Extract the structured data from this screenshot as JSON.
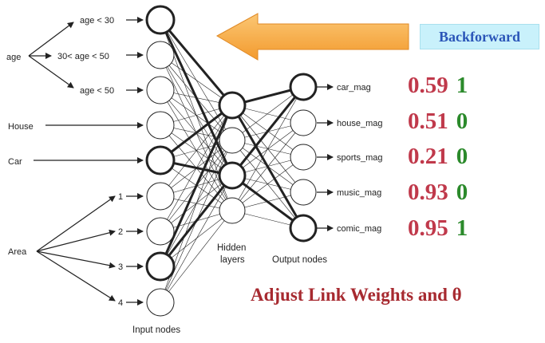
{
  "banner": {
    "label": "Backforward",
    "color": "#2a55b8",
    "background": "#c9f1fb"
  },
  "arrow": {
    "icon": "left-arrow-icon",
    "fill_color": "#f7a640"
  },
  "inputs": {
    "age": "age",
    "age_bins": [
      "age < 30",
      "30< age < 50",
      "age < 50"
    ],
    "house": "House",
    "car": "Car",
    "area": "Area",
    "area_values": [
      "1",
      "2",
      "3",
      "4"
    ]
  },
  "layers": {
    "input": "Input nodes",
    "hidden": [
      "Hidden",
      "layers"
    ],
    "output": "Output nodes"
  },
  "outputs": [
    {
      "name": "car_mag",
      "value": "0.59",
      "target": "1"
    },
    {
      "name": "house_mag",
      "value": "0.51",
      "target": "0"
    },
    {
      "name": "sports_mag",
      "value": "0.21",
      "target": "0"
    },
    {
      "name": "music_mag",
      "value": "0.93",
      "target": "0"
    },
    {
      "name": "comic_mag",
      "value": "0.95",
      "target": "1"
    }
  ],
  "footer": "Adjust Link Weights and θ",
  "colors": {
    "value": "#c0394b",
    "target": "#2b8a2b",
    "footer": "#a72a30"
  }
}
